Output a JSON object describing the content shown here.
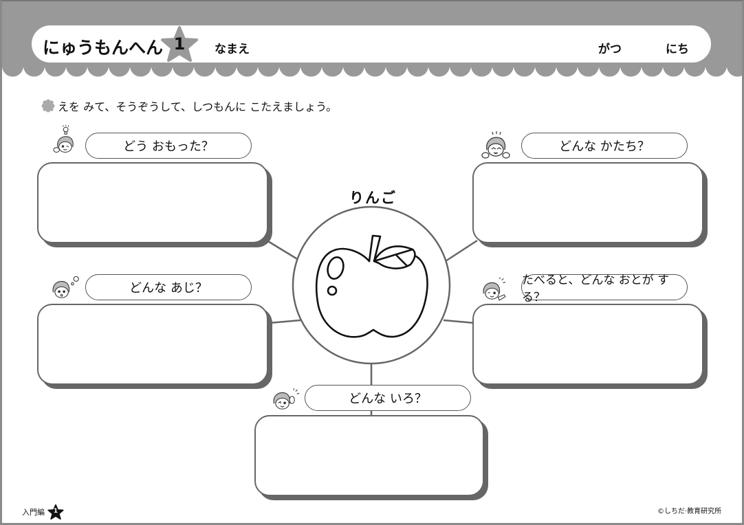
{
  "header": {
    "title": "にゅうもんへん",
    "level_number": "1",
    "name_label": "なまえ",
    "month_label": "がつ",
    "day_label": "にち"
  },
  "instruction": {
    "icon": "flower-icon",
    "text": "えを みて、そうぞうして、しつもんに こたえましょう。"
  },
  "center": {
    "label": "りんご",
    "image": "apple-illustration"
  },
  "questions": [
    {
      "id": "feeling",
      "label": "どう おもった？",
      "mascot": "mascot-lightbulb-icon"
    },
    {
      "id": "shape",
      "label": "どんな かたち？",
      "mascot": "mascot-cheering-icon"
    },
    {
      "id": "taste",
      "label": "どんな あじ？",
      "mascot": "mascot-thinking-icon"
    },
    {
      "id": "sound",
      "label": "たべると、どんな おとが する？",
      "mascot": "mascot-pointing-icon"
    },
    {
      "id": "color",
      "label": "どんな いろ？",
      "mascot": "mascot-wink-icon"
    }
  ],
  "footer": {
    "level_name": "入門編",
    "level_number": "1",
    "copyright": "©しちだ·教育研究所"
  },
  "colors": {
    "header_gray": "#999999",
    "border_gray": "#666666",
    "text": "#111111"
  }
}
